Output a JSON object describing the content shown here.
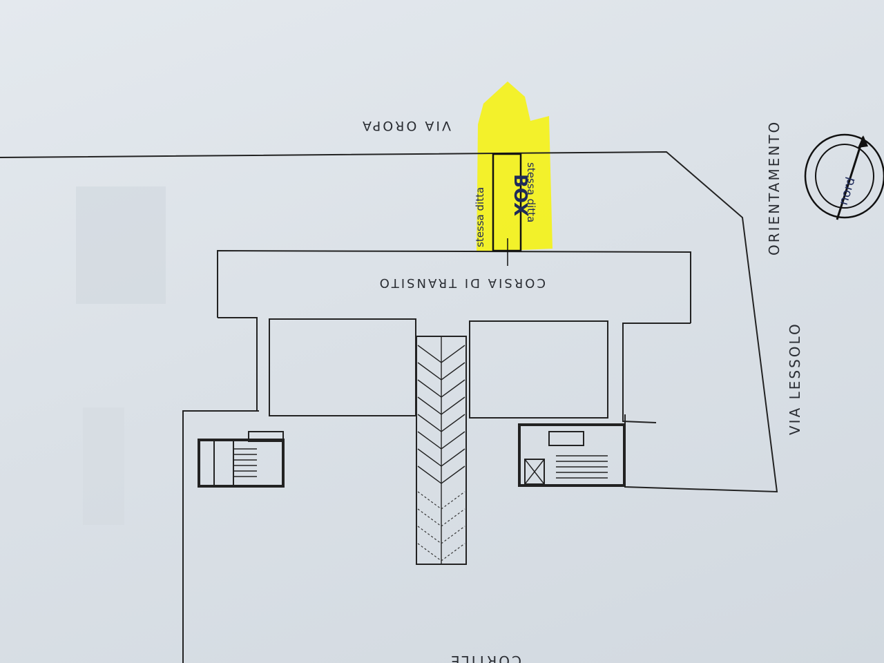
{
  "streets": {
    "top": "VIA OROPA",
    "right": "VIA LESSOLO"
  },
  "areas": {
    "corridor": "CORSIA DI TRANSITO",
    "courtyard": "CORTILE"
  },
  "orientation": {
    "label": "ORIENTAMENTO",
    "north": "nord"
  },
  "annotations": {
    "box": "BOX",
    "neighbor_left": "stessa ditta",
    "neighbor_right": "stessa ditta",
    "highlight_color": "#f4f21a"
  }
}
